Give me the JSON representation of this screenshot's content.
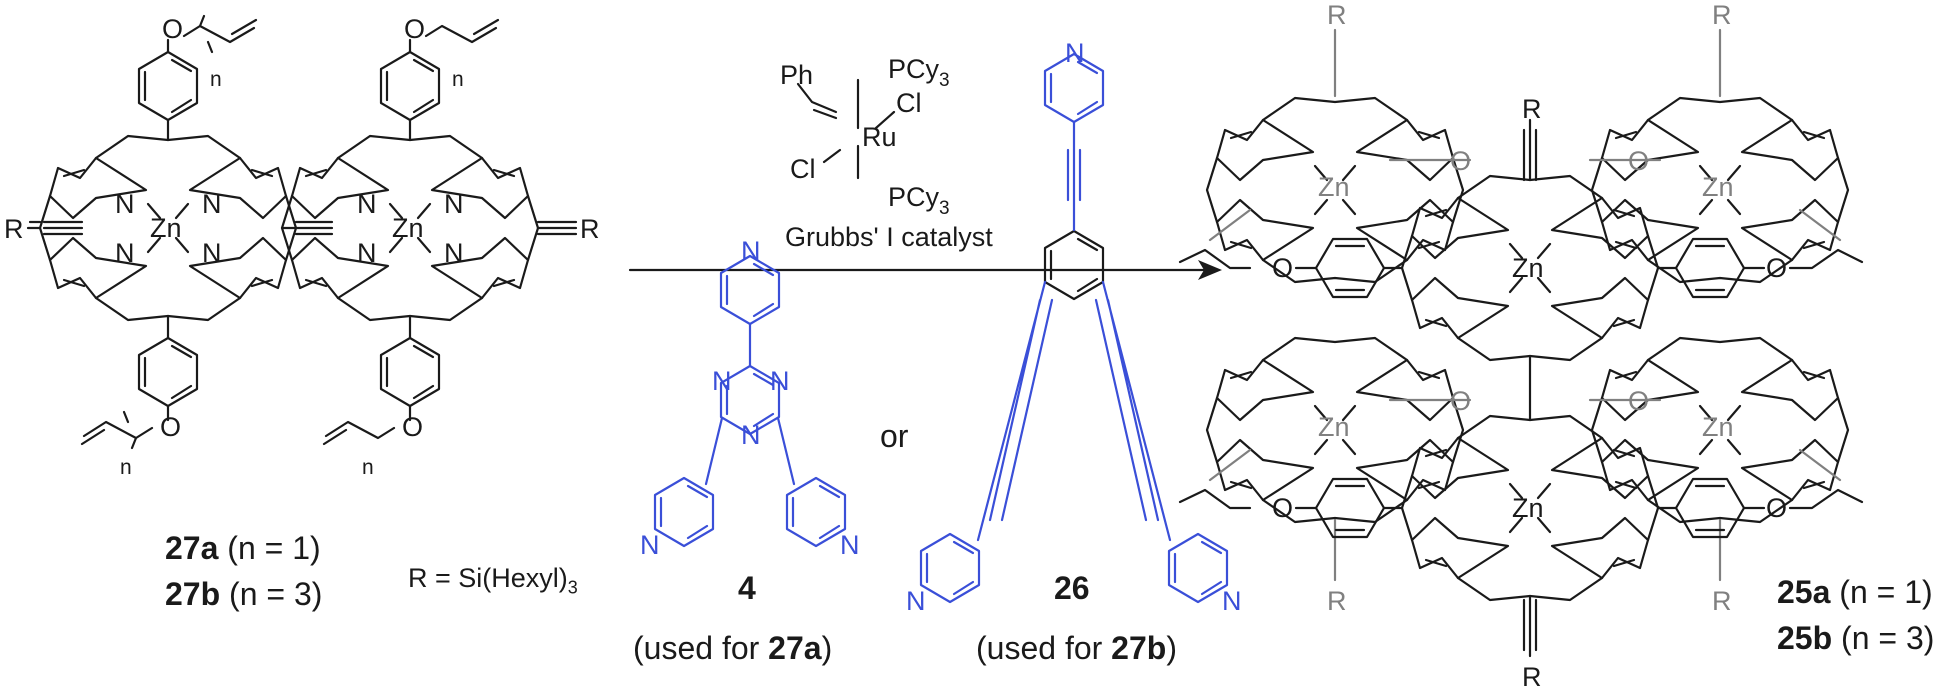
{
  "reactant": {
    "label_a_bold": "27a",
    "label_a_rest": " (n = 1)",
    "label_b_bold": "27b",
    "label_b_rest": " (n = 3)",
    "r_definition": "R = Si(Hexyl)",
    "r_subscript": "3",
    "atom_zn": "Zn",
    "atom_n": "N",
    "atom_o": "O",
    "atom_r": "R",
    "atom_index_n": "n"
  },
  "catalyst": {
    "name": "Grubbs' I catalyst",
    "ligand_pcy": "PCy",
    "ligand_sub": "3",
    "metal": "Ru",
    "halide": "Cl",
    "substituent": "Ph"
  },
  "templates": {
    "connector": "or",
    "t1": {
      "label": "4",
      "usage_prefix": "(used for ",
      "usage_bold": "27a",
      "usage_suffix": ")"
    },
    "t2": {
      "label": "26",
      "usage_prefix": "(used for ",
      "usage_bold": "27b",
      "usage_suffix": ")"
    }
  },
  "product": {
    "label_a_bold": "25a",
    "label_a_rest": " (n = 1)",
    "label_b_bold": "25b",
    "label_b_rest": " (n = 3)"
  },
  "colors": {
    "ink": "#1a1a1a",
    "template_blue": "#3a4fd8",
    "background_grey": "#808080"
  }
}
